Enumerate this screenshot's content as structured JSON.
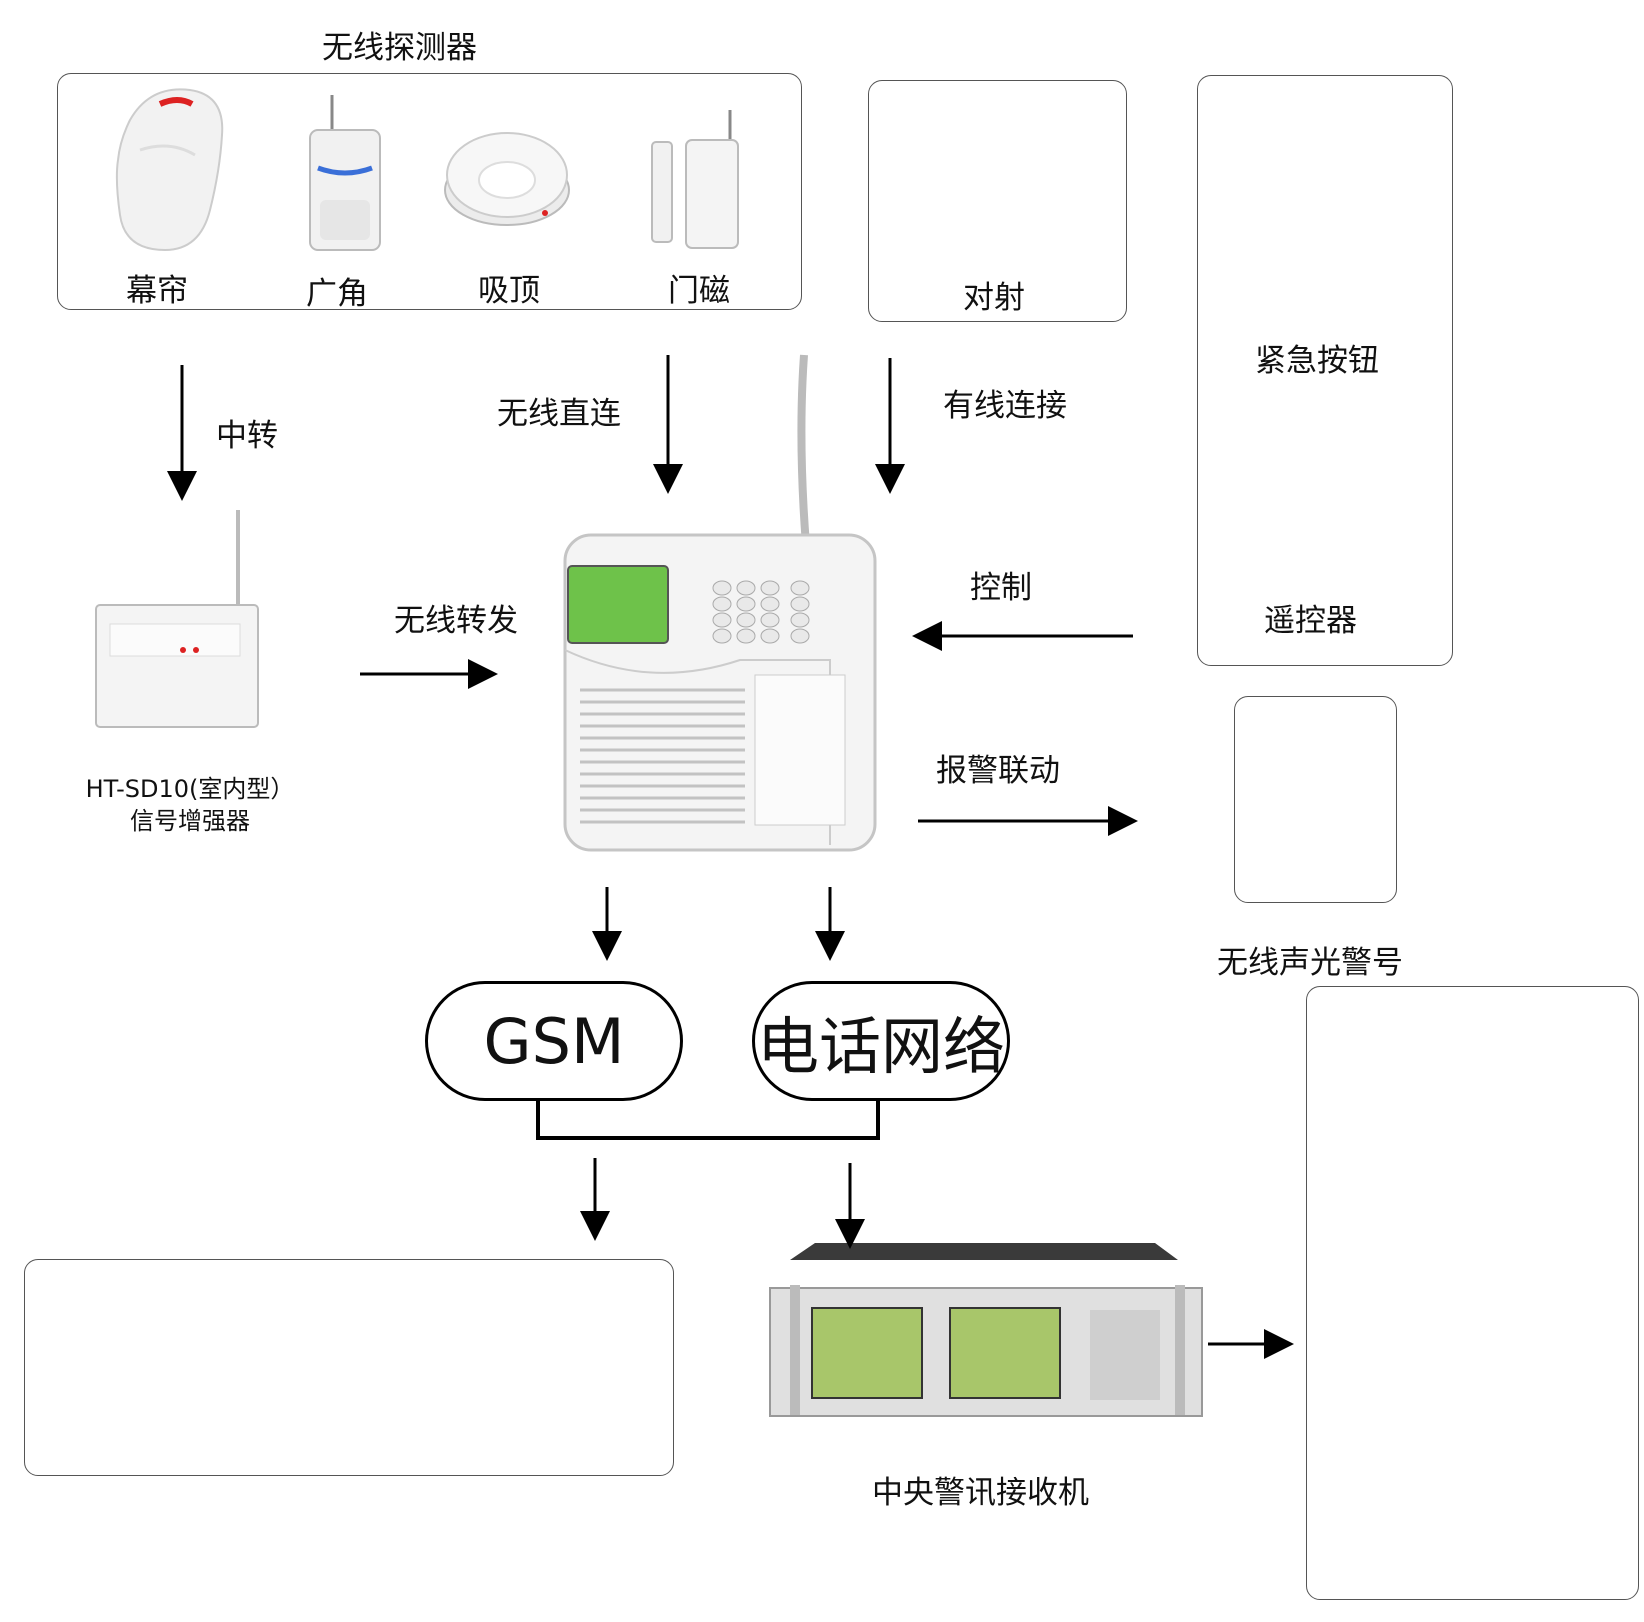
{
  "detectors": {
    "title": "无线探测器",
    "items": [
      {
        "label": "幕帘",
        "icon": "curtain-detector-icon"
      },
      {
        "label": "广角",
        "icon": "wide-angle-detector-icon"
      },
      {
        "label": "吸顶",
        "icon": "ceiling-detector-icon"
      },
      {
        "label": "门磁",
        "icon": "door-magnet-icon"
      }
    ]
  },
  "beam": {
    "label": "对射"
  },
  "remote_group": {
    "emergency_button": "紧急按钮",
    "remote_control": "遥控器"
  },
  "siren": {
    "label": "无线声光警号"
  },
  "repeater": {
    "line1": "HT-SD10(室内型）",
    "line2": "信号增强器"
  },
  "connections": {
    "relay": "中转",
    "wireless_direct": "无线直连",
    "wired": "有线连接",
    "wireless_forward": "无线转发",
    "control": "控制",
    "alarm_link": "报警联动"
  },
  "networks": {
    "gsm": "GSM",
    "phone_network": "电话网络"
  },
  "receiver": {
    "label": "中央警讯接收机"
  },
  "colors": {
    "line": "#000000",
    "box_border": "#555555",
    "lcd": "#6ec24a",
    "siren_red": "#c8102e"
  }
}
